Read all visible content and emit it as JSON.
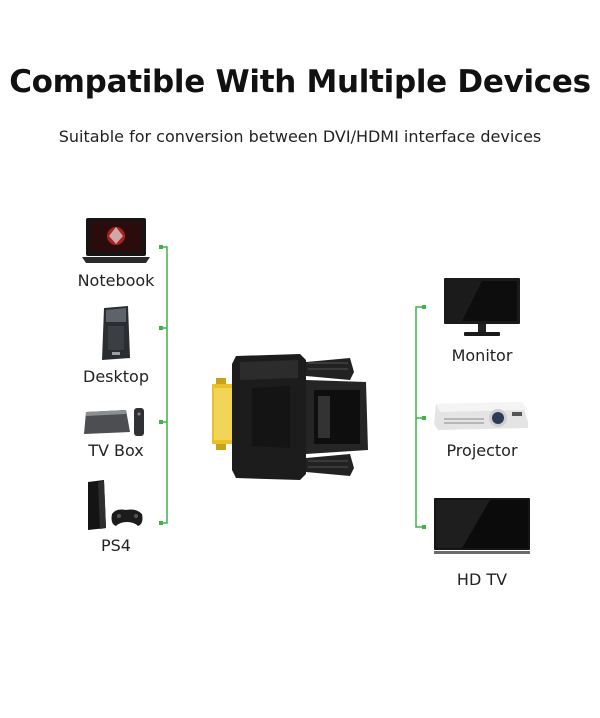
{
  "header": {
    "title": "Compatible With Multiple Devices",
    "subtitle": "Suitable for conversion between DVI/HDMI interface devices"
  },
  "left_devices": [
    {
      "label": "Notebook",
      "icon": "laptop-icon"
    },
    {
      "label": "Desktop",
      "icon": "desktop-tower-icon"
    },
    {
      "label": "TV Box",
      "icon": "tv-box-icon"
    },
    {
      "label": "PS4",
      "icon": "game-console-icon"
    }
  ],
  "right_devices": [
    {
      "label": "Monitor",
      "icon": "monitor-icon"
    },
    {
      "label": "Projector",
      "icon": "projector-icon"
    },
    {
      "label": "HD TV",
      "icon": "hd-tv-icon"
    }
  ],
  "center": {
    "icon": "dvi-hdmi-adapter-icon"
  },
  "colors": {
    "bracket": "#3db34a",
    "gold": "#e9c22a",
    "plastic": "#1c1c1c"
  }
}
